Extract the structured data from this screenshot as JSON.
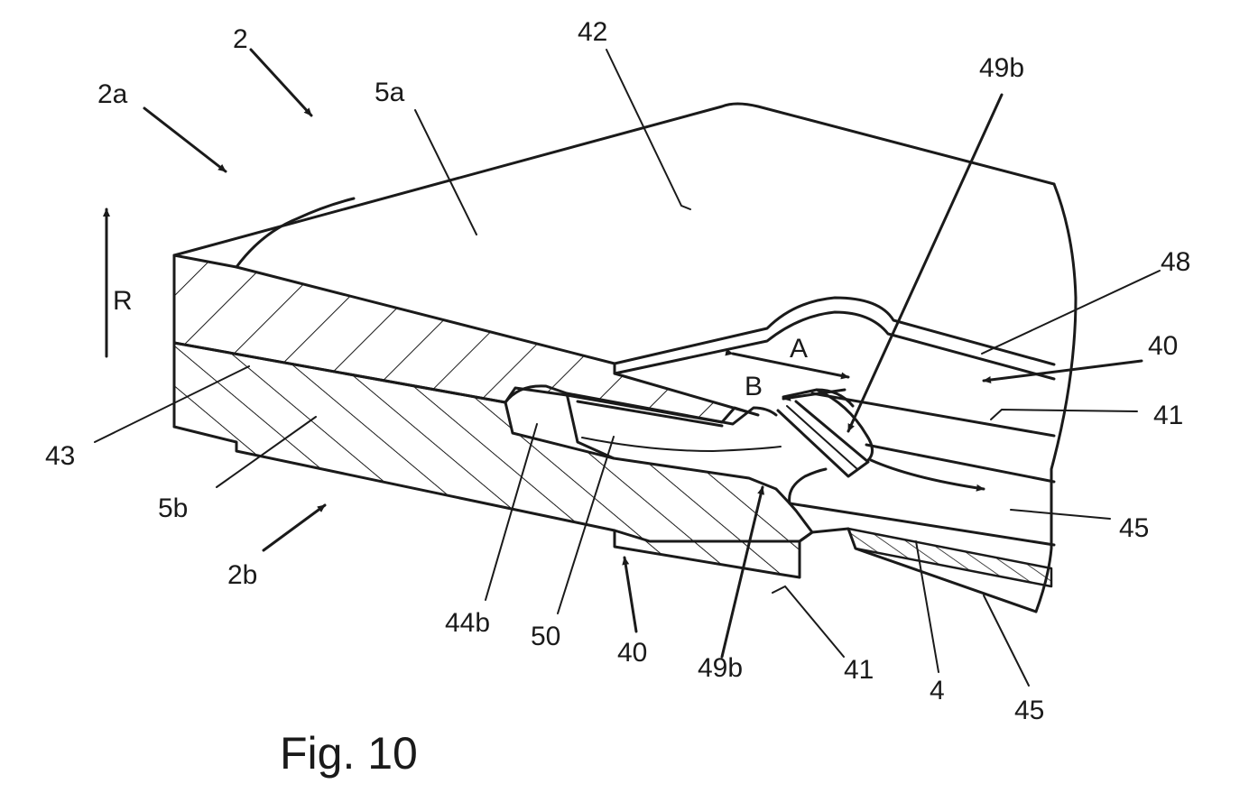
{
  "caption": "Fig. 10",
  "labels": {
    "l2": "2",
    "l2a": "2a",
    "l5a": "5a",
    "l42": "42",
    "l49b_top": "49b",
    "lR": "R",
    "l48": "48",
    "lA": "A",
    "l40_right": "40",
    "lB": "B",
    "l41_right": "41",
    "l43": "43",
    "l5b": "5b",
    "l45_mid": "45",
    "l2b": "2b",
    "l44b": "44b",
    "l50": "50",
    "l40_bottom": "40",
    "l49b_bottom": "49b",
    "l41_bottom": "41",
    "l4": "4",
    "l45_bottom": "45"
  }
}
